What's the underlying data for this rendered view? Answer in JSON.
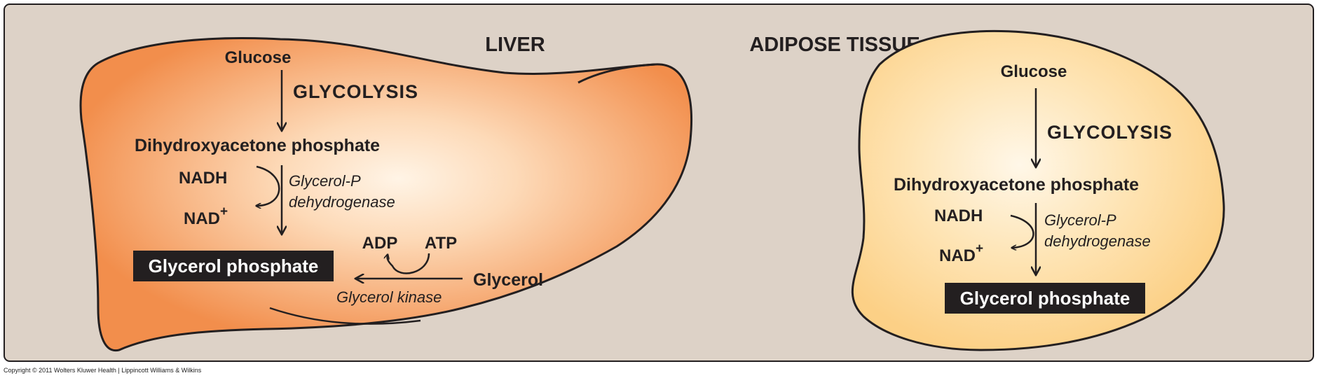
{
  "titles": {
    "liver": "LIVER",
    "adipose": "ADIPOSE TISSUE"
  },
  "liver": {
    "glucose": "Glucose",
    "glycolysis": "GLYCOLYSIS",
    "dhap": "Dihydroxyacetone phosphate",
    "nadh": "NADH",
    "nad": "NAD",
    "nad_sup": "+",
    "enzyme_line1": "Glycerol-P",
    "enzyme_line2": "dehydrogenase",
    "product": "Glycerol phosphate",
    "adp": "ADP",
    "atp": "ATP",
    "glycerol": "Glycerol",
    "kinase": "Glycerol kinase"
  },
  "adipose": {
    "glucose": "Glucose",
    "glycolysis": "GLYCOLYSIS",
    "dhap": "Dihydroxyacetone phosphate",
    "nadh": "NADH",
    "nad": "NAD",
    "nad_sup": "+",
    "enzyme_line1": "Glycerol-P",
    "enzyme_line2": "dehydrogenase",
    "product": "Glycerol phosphate"
  },
  "copyright": "Copyright © 2011 Wolters Kluwer Health | Lippincott Williams & Wilkins",
  "colors": {
    "panel": "#ddd2c7",
    "liver_edge": "#f28e4c",
    "liver_center": "#fff3e3",
    "adipose_edge": "#fcd38a",
    "adipose_center": "#fff6e4",
    "ink": "#231f20"
  }
}
